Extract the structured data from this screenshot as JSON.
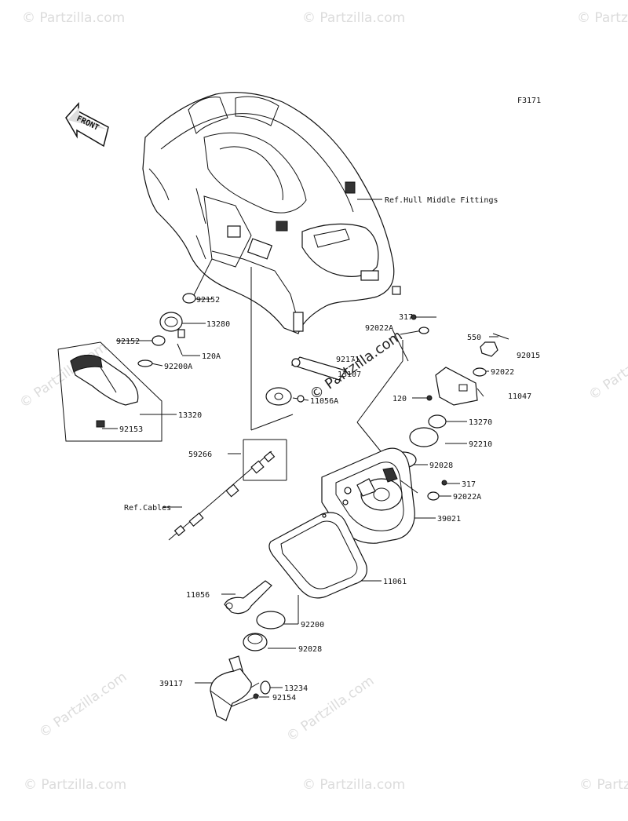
{
  "figure_code": "F3171",
  "front_arrow_label": "FRONT",
  "watermark_text": "© Partzilla.com",
  "callouts": {
    "ref_hull": "Ref.Hull Middle Fittings",
    "p92152a": "92152",
    "p13280": "13280",
    "p92152b": "92152",
    "p120A": "120A",
    "p92200A": "92200A",
    "p13320": "13320",
    "p92153": "92153",
    "p59266": "59266",
    "ref_cables": "Ref.Cables",
    "p317a": "317",
    "p92022Aa": "92022A",
    "p92171": "92171",
    "p13107": "13107",
    "p11056A": "11056A",
    "p550": "550",
    "p92015": "92015",
    "p92022": "92022",
    "p11047": "11047",
    "p120": "120",
    "p13270": "13270",
    "p92210": "92210",
    "p92028a": "92028",
    "p317b": "317",
    "p92022Ab": "92022A",
    "p39021": "39021",
    "p11061": "11061",
    "p11056": "11056",
    "p92200": "92200",
    "p92028b": "92028",
    "p39117": "39117",
    "p13234": "13234",
    "p92154": "92154"
  }
}
